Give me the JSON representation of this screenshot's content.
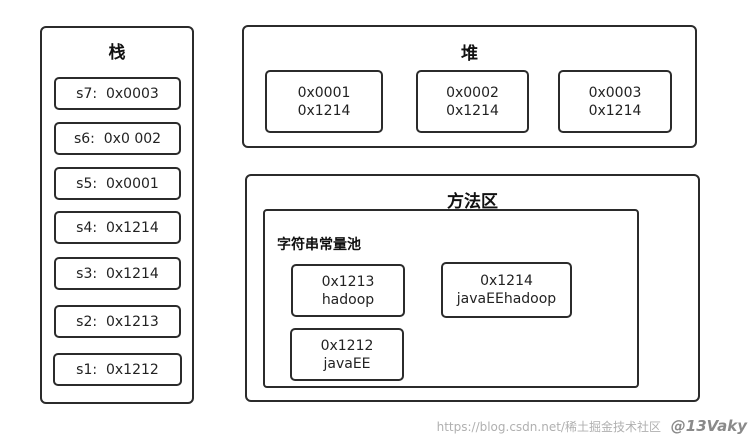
{
  "stack": {
    "title": "栈",
    "items": [
      {
        "text": "s7:  0x0003"
      },
      {
        "text": "s6:  0x0 002"
      },
      {
        "text": "s5:  0x0001"
      },
      {
        "text": "s4:  0x1214"
      },
      {
        "text": "s3:  0x1214"
      },
      {
        "text": "s2:  0x1213"
      },
      {
        "text": "s1:  0x1212"
      }
    ]
  },
  "heap": {
    "title": "堆",
    "objects": [
      {
        "addr": "0x0001",
        "ref": "0x1214"
      },
      {
        "addr": "0x0002",
        "ref": "0x1214"
      },
      {
        "addr": "0x0003",
        "ref": "0x1214"
      }
    ]
  },
  "method_area": {
    "title": "方法区",
    "pool": {
      "title": "字符串常量池",
      "entries": [
        {
          "addr": "0x1213",
          "value": "hadoop"
        },
        {
          "addr": "0x1214",
          "value": "javaEEhadoop"
        },
        {
          "addr": "0x1212",
          "value": "javaEE"
        }
      ]
    }
  },
  "watermark": {
    "text": "https://blog.csdn.net/稀土掘金技术社区",
    "brand": "@13Vaky"
  }
}
